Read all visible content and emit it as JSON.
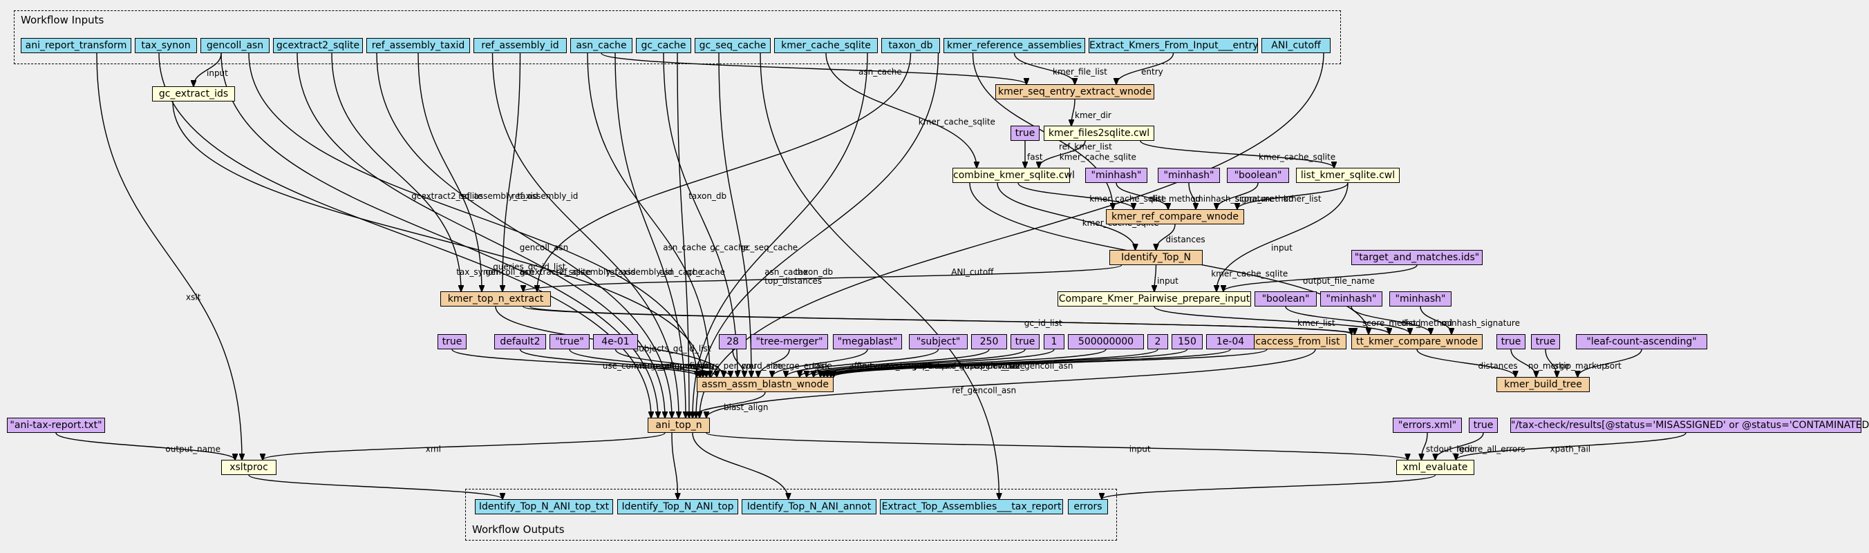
{
  "clusters": {
    "inputs_label": "Workflow Inputs",
    "outputs_label": "Workflow Outputs"
  },
  "inputs": {
    "ani_report_transform": "ani_report_transform",
    "tax_synon": "tax_synon",
    "gencoll_asn": "gencoll_asn",
    "gcextract2_sqlite": "gcextract2_sqlite",
    "ref_assembly_taxid": "ref_assembly_taxid",
    "ref_assembly_id": "ref_assembly_id",
    "asn_cache": "asn_cache",
    "gc_cache": "gc_cache",
    "gc_seq_cache": "gc_seq_cache",
    "kmer_cache_sqlite": "kmer_cache_sqlite",
    "taxon_db": "taxon_db",
    "kmer_reference_assemblies": "kmer_reference_assemblies",
    "extract_kmers_entry": "Extract_Kmers_From_Input___entry",
    "ani_cutoff": "ANI_cutoff"
  },
  "steps": {
    "gc_extract_ids": "gc_extract_ids",
    "kmer_seq_entry_extract_wnode": "kmer_seq_entry_extract_wnode",
    "kmer_files2sqlite": "kmer_files2sqlite.cwl",
    "combine_kmer_sqlite": "combine_kmer_sqlite.cwl",
    "list_kmer_sqlite": "list_kmer_sqlite.cwl",
    "kmer_ref_compare_wnode": "kmer_ref_compare_wnode",
    "identify_top_n": "Identify_Top_N",
    "compare_kmer_pairwise": "Compare_Kmer_Pairwise_prepare_input",
    "kmer_top_n_extract": "kmer_top_n_extract",
    "gcaccess_from_list": "gcaccess_from_list",
    "tt_kmer_compare_wnode": "tt_kmer_compare_wnode",
    "kmer_build_tree": "kmer_build_tree",
    "assm_assm_blastn_wnode": "assm_assm_blastn_wnode",
    "ani_top_n": "ani_top_n",
    "xsltproc": "xsltproc",
    "xml_evaluate": "xml_evaluate"
  },
  "params": {
    "p_true_fast": "true",
    "p_minhash1": "\"minhash\"",
    "p_minhash2": "\"minhash\"",
    "p_boolean1": "\"boolean\"",
    "p_target": "\"target_and_matches.ids\"",
    "p_boolean2": "\"boolean\"",
    "p_minhash3": "\"minhash\"",
    "p_minhash4": "\"minhash\"",
    "p_true_ucc": "true",
    "p_default2": "default2",
    "p_true_str": "\"true\"",
    "p_4e01": "4e-01",
    "p_28": "28",
    "p_tree_merger": "\"tree-merger\"",
    "p_megablast": "\"megablast\"",
    "p_subject": "\"subject\"",
    "p_250": "250",
    "p_true_compart": "true",
    "p_1": "1",
    "p_500000000": "500000000",
    "p_2": "2",
    "p_150": "150",
    "p_1e04": "1e-04",
    "p_true_nomerge": "true",
    "p_true_skip": "true",
    "p_leaf_sort": "\"leaf-count-ascending\"",
    "p_report_txt": "\"ani-tax-report.txt\"",
    "p_errors_xml": "\"errors.xml\"",
    "p_true_ignore": "true",
    "p_xpath": "\"/tax-check/results[@status='MISASSIGNED' or @status='CONTAMINATED']\""
  },
  "outputs": {
    "top_txt": "Identify_Top_N_ANI_top_txt",
    "top": "Identify_Top_N_ANI_top",
    "annot": "Identify_Top_N_ANI_annot",
    "tax_report": "Extract_Top_Assemblies___tax_report",
    "errors": "errors"
  },
  "edge_labels": {
    "input": "input",
    "asn_cache": "asn_cache",
    "kmer_file_list": "kmer_file_list",
    "entry": "entry",
    "kmer_dir": "kmer_dir",
    "fast": "fast",
    "kmer_cache_sqlite": "kmer_cache_sqlite",
    "ref_kmer_list": "ref_kmer_list",
    "dist_method": "dist_method",
    "minhash_signature": "minhash_signature",
    "score_method": "score_method",
    "kmer_list": "kmer_list",
    "distances": "distances",
    "output_file_name": "output_file_name",
    "top_distances": "top_distances",
    "taxon_db": "taxon_db",
    "gc_cache": "gc_cache",
    "gc_seq_cache": "gc_seq_cache",
    "gcextract2_sqlite": "gcextract2_sqlite",
    "ref_assembly_taxid": "ref_assembly_taxid",
    "ref_assembly_id": "ref_assembly_id",
    "gencoll_asn": "gencoll_asn",
    "tax_synon": "tax_synon",
    "xslt": "xslt",
    "queries_gc_id_list": "queries_gc_id_list",
    "gc_id_list": "gc_id_list",
    "subjects_gc_id_list": "subjects_gc_id_list",
    "use_common_components": "use_common_components",
    "merge_align_filter": "merge_align_filter",
    "soft_masking": "soft_masking",
    "workers_per_cpu": "workers_per_cpu",
    "word_size": "word_size",
    "merge_engine": "merge_engine",
    "task": "task",
    "affinity": "affinity",
    "max_target_seqs": "max_target_seqs",
    "compart": "compart",
    "gapextend": "gapextend",
    "max_bases_per_call": "max_bases_per_call",
    "gapopen": "gapopen",
    "window_size": "window_size",
    "evalue": "evalue",
    "ref_gencoll_asn": "ref_gencoll_asn",
    "ref_gencoll_asn2": "ref_gencoll_asn",
    "no_merge": "no_merge",
    "skip_markup": "skip_markup",
    "sort": "sort",
    "blast_align": "blast_align",
    "ani_cutoff": "ANI_cutoff",
    "output_name": "output_name",
    "xml": "xml",
    "input2": "input",
    "stdout_redir": "stdout_redir",
    "ignore_all_errors": "ignore_all_errors",
    "xpath_fail": "xpath_fail"
  }
}
